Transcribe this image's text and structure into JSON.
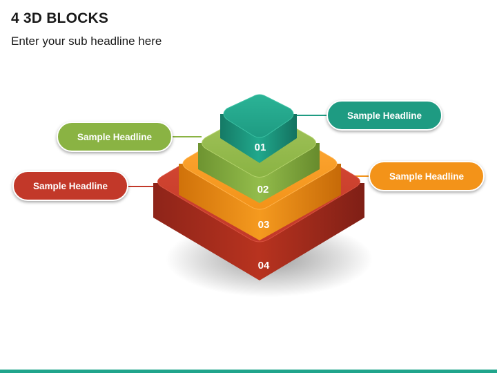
{
  "header": {
    "title": "4 3D BLOCKS",
    "subtitle": "Enter your sub headline here"
  },
  "blocks": [
    {
      "number": "01",
      "color": "#1e9b82"
    },
    {
      "number": "02",
      "color": "#8ab343"
    },
    {
      "number": "03",
      "color": "#f39319"
    },
    {
      "number": "04",
      "color": "#c23829"
    }
  ],
  "callouts": [
    {
      "label": "Sample Headline",
      "color": "#1e9b82"
    },
    {
      "label": "Sample Headline",
      "color": "#8ab343"
    },
    {
      "label": "Sample Headline",
      "color": "#f39319"
    },
    {
      "label": "Sample Headline",
      "color": "#c23829"
    }
  ],
  "footer": {
    "color": "#20a58c"
  }
}
